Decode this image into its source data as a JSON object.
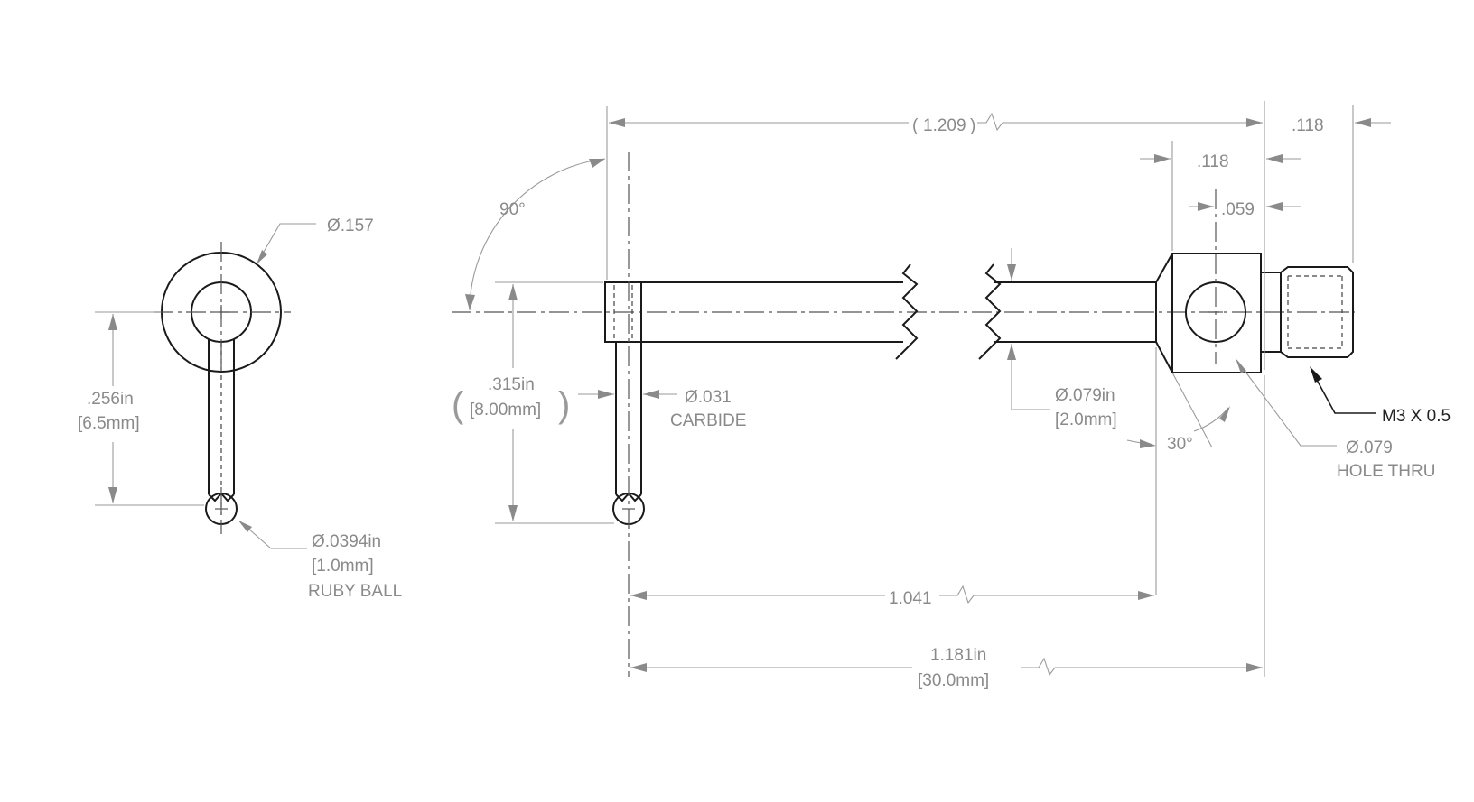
{
  "dimensions": {
    "overall_ref": "1.209",
    "thread_len": ".118",
    "body_len": ".118",
    "hole_offset": ".059",
    "end_diameter": "Ø.157",
    "angle_90": "90°",
    "ball_center_in": ".256in",
    "ball_center_mm": "[6.5mm]",
    "stem_len_in": ".315in",
    "stem_len_mm": "[8.00mm]",
    "stem_dia": "Ø.031",
    "stem_material": "CARBIDE",
    "ball_dia_in": "Ø.0394in",
    "ball_dia_mm": "[1.0mm]",
    "ball_material": "RUBY BALL",
    "shaft_dia_in": "Ø.079in",
    "shaft_dia_mm": "[2.0mm]",
    "chamfer_angle": "30°",
    "hole_dia": "Ø.079",
    "hole_note": "HOLE THRU",
    "thread_spec": "M3 X 0.5",
    "len_1041": "1.041",
    "len_1181_in": "1.181in",
    "len_1181_mm": "[30.0mm]"
  }
}
